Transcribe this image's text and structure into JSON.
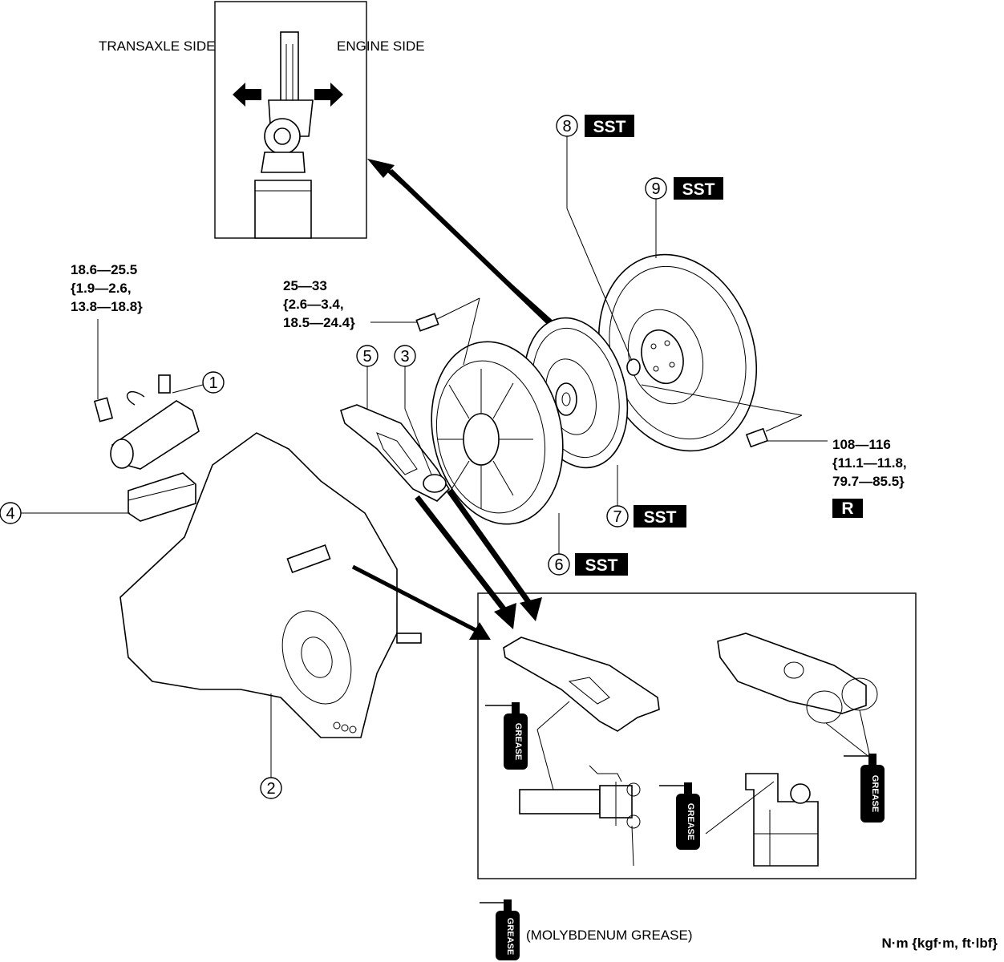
{
  "inset_top": {
    "transaxle_side": "TRANSAXLE SIDE",
    "engine_side": "ENGINE SIDE"
  },
  "torque": {
    "t1": {
      "line1": "18.6—25.5",
      "line2": "{1.9—2.6,",
      "line3": "13.8—18.8}"
    },
    "t2": {
      "line1": "25—33",
      "line2": "{2.6—3.4,",
      "line3": "18.5—24.4}"
    },
    "t3": {
      "line1": "108—116",
      "line2": "{11.1—11.8,",
      "line3": "79.7—85.5}"
    }
  },
  "callouts": {
    "c1": "1",
    "c2": "2",
    "c3": "3",
    "c4": "4",
    "c5": "5",
    "c6": "6",
    "c7": "7",
    "c8": "8",
    "c9": "9"
  },
  "badges": {
    "sst": "SST",
    "replace": "R"
  },
  "grease_label": "GREASE",
  "legend": {
    "grease_note": "(MOLYBDENUM GREASE)",
    "units": "N·m {kgf·m, ft·lbf}"
  }
}
